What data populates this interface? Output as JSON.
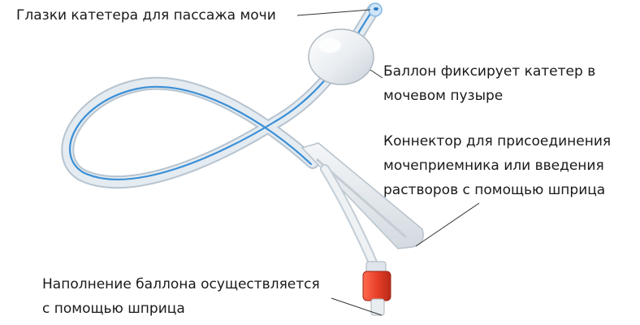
{
  "labels": {
    "eyes": {
      "lines": [
        "Глазки катетера для пассажа мочи"
      ]
    },
    "balloon": {
      "lines": [
        "Баллон фиксирует катетер в",
        "мочевом пузыре"
      ]
    },
    "connector": {
      "lines": [
        "Коннектор для присоединения",
        "мочеприемника или введения",
        "растворов с помощью шприца"
      ]
    },
    "filling": {
      "lines": [
        "Наполнение баллона осуществляется",
        "с помощью шприца"
      ]
    }
  },
  "colors": {
    "tube": "#dfe7ee",
    "tube_edge": "#b7c4cf",
    "stripe": "#3b8fd6",
    "valve": "#e8402a",
    "leader": "#333333"
  },
  "icons": [
    "catheter-illustration"
  ]
}
